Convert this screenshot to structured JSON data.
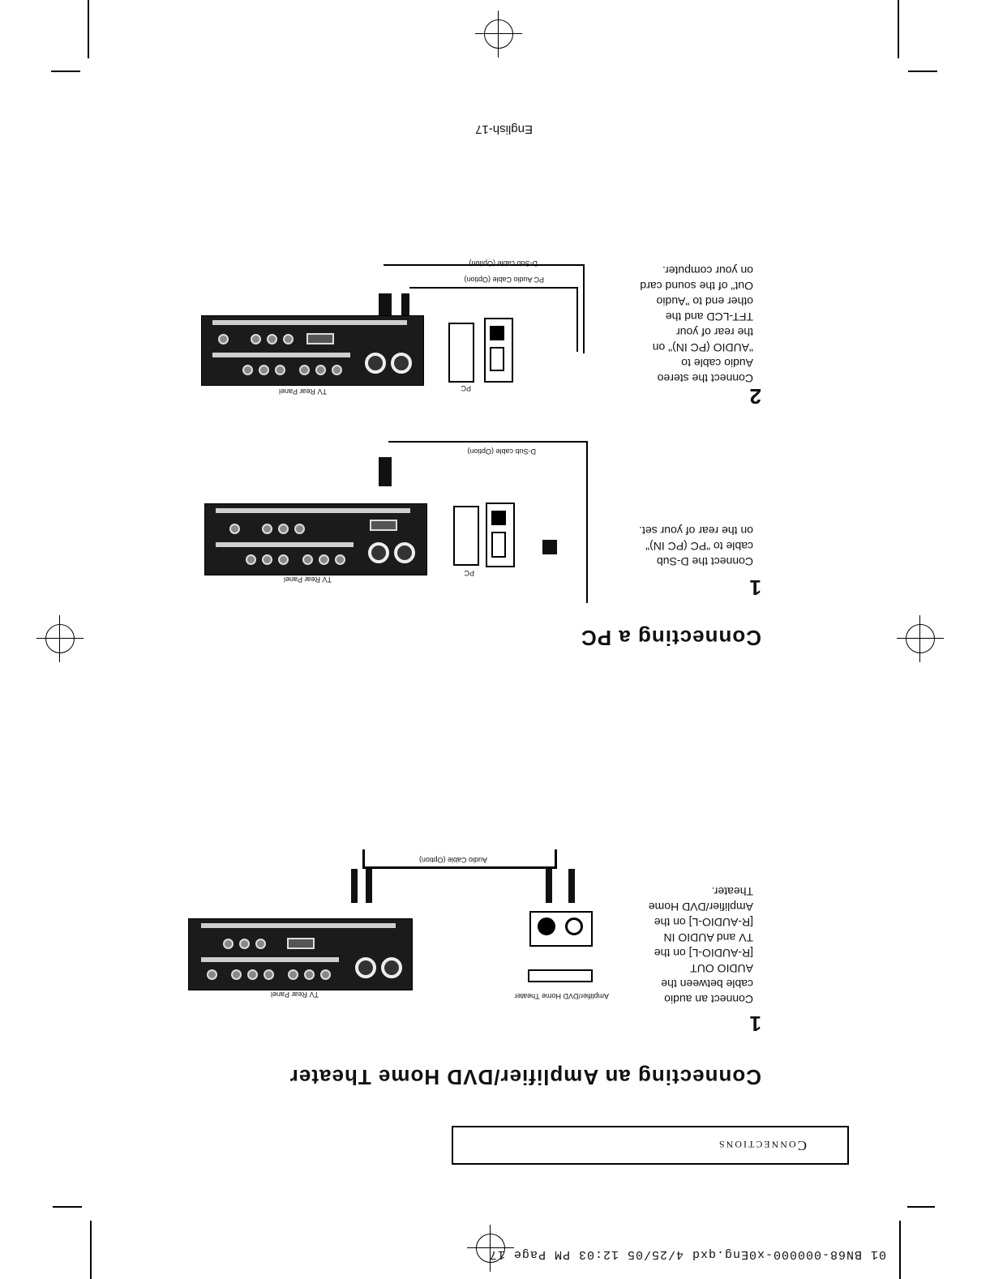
{
  "slug": "01 BN68-000000-x0Eng.qxd   4/25/05  12:03 PM   Page 17",
  "section_title": "Connections",
  "amplifier": {
    "heading": "Connecting an Amplifier/DVD Home Theater",
    "step1": {
      "number": "1",
      "text": "Connect an audio\ncable between the\nAUDIO OUT\n[R-AUDIO-L] on the\nTV and AUDIO IN\n[R-AUDIO-L] on the\nAmplifier/DVD Home\nTheater."
    },
    "device_caption": "Amplifier/DVD Home Theater",
    "cable_caption": "Audio Cable (Option)",
    "panel_caption": "TV Rear Panel"
  },
  "pc": {
    "heading": "Connecting a PC",
    "step1": {
      "number": "1",
      "text": "Connect the D-Sub\ncable to \"PC (PC IN)\"\non the rear of your set.",
      "device_caption": "PC",
      "cable_caption": "D-Sub cable (Option)",
      "panel_caption": "TV Rear Panel"
    },
    "step2": {
      "number": "2",
      "text": "Connect the stereo\nAudio cable to\n\"AUDIO (PC IN)\" on\nthe rear of your\nTFT-LCD and the\nother end to \"Audio\nOut\" of the sound card\non your computer.",
      "device_caption": "PC",
      "cable1_caption": "PC Audio Cable (Option)",
      "cable2_caption": "D-Sub cable (Option)",
      "panel_caption": "TV Rear Panel"
    }
  },
  "footer": "English-17"
}
